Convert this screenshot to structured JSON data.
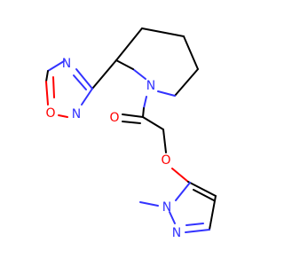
{
  "colors": {
    "carbon_bond": "#000000",
    "nitrogen": "#3333ff",
    "oxygen": "#ff0000",
    "background": "#ffffff"
  },
  "atoms": {
    "ox_n4": "N",
    "ox_o1": "O",
    "ox_n2": "N",
    "pip_n": "N",
    "carbonyl_o": "O",
    "ether_o": "O",
    "pyr_n1": "N",
    "pyr_n2": "N"
  }
}
